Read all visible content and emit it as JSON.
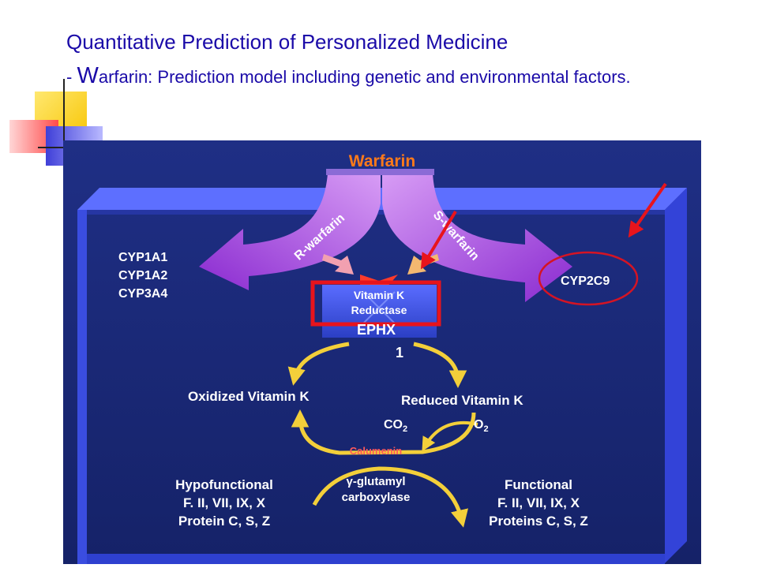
{
  "slide": {
    "title": "Quantitative Prediction of Personalized Medicine",
    "subtitle_prefix": "- ",
    "subtitle_initial": "W",
    "subtitle_rest": "arfarin: Prediction model including genetic and environmental factors."
  },
  "diagram": {
    "warfarin": "Warfarin",
    "r_warfarin": "R-warfarin",
    "s_warfarin": "S-warfarin",
    "cyp_left": [
      "CYP1A1",
      "CYP1A2",
      "CYP3A4"
    ],
    "cyp_right": "CYP2C9",
    "vkr_line1": "Vitamin K",
    "vkr_line2": "Reductase",
    "ephx_line1": "EPHX",
    "ephx_line2": "1",
    "oxidized": "Oxidized Vitamin K",
    "reduced": "Reduced Vitamin K",
    "co2_main": "CO",
    "co2_sub": "2",
    "o2_main": "O",
    "o2_sub": "2",
    "calumenin": "Calumenin",
    "gamma_line1": "γ-glutamyl",
    "gamma_line2": "carboxylase",
    "hypo_lines": [
      "Hypofunctional",
      "F. II, VII, IX, X",
      "Protein C, S, Z"
    ],
    "func_lines": [
      "Functional",
      "F. II, VII, IX, X",
      "Proteins C, S, Z"
    ]
  },
  "colors": {
    "title_blue": "#1a0aa8",
    "panel_bg": "#1c2a78",
    "frame_blue": "#3a4de0",
    "purple_arrow": "#a23cd8",
    "warfarin_orange": "#ff7a1a",
    "yellow_arrow": "#f3cf3a",
    "highlight_red": "#e8141c",
    "calumenin_red": "#ff5a5a"
  }
}
